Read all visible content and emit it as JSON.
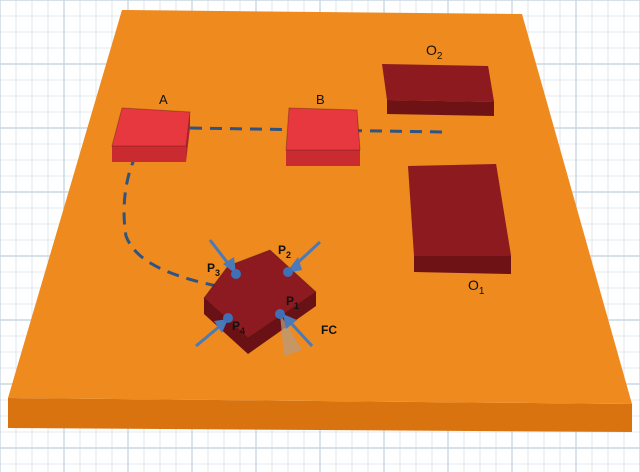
{
  "colors": {
    "background": "#ffffff",
    "grid_line": "#c9d7e3",
    "board_top": "#ee8a1e",
    "board_front": "#d9730f",
    "board_side": "#c8690c",
    "obstacle_top": "#8c1a1f",
    "obstacle_front": "#6e1216",
    "obstacle_side": "#7a1519",
    "waypoint_top": "#e8383f",
    "waypoint_front": "#c92b31",
    "waypoint_side": "#b3252a",
    "object_top": "#8d1a20",
    "object_front": "#6a1115",
    "path": "#2f5382",
    "arrow": "#4a7ab8",
    "contact_point": "#3f6fb5",
    "friction_cone": "#b89a7e"
  },
  "labels": {
    "waypoint_a": "A",
    "waypoint_b": "B",
    "obstacle_1": {
      "base": "O",
      "sub": "1"
    },
    "obstacle_2": {
      "base": "O",
      "sub": "2"
    },
    "contact_p1": {
      "base": "P",
      "sub": "1"
    },
    "contact_p2": {
      "base": "P",
      "sub": "2"
    },
    "contact_p3": {
      "base": "P",
      "sub": "3"
    },
    "contact_p4": {
      "base": "P",
      "sub": "4"
    },
    "friction_cone": "FC"
  }
}
